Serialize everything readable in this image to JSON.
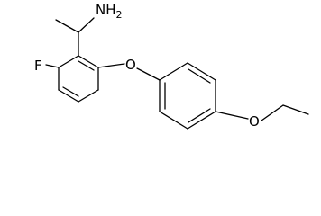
{
  "structure": {
    "colors": {
      "line": "#000000",
      "background": "#ffffff"
    },
    "atoms": {
      "amine": {
        "label": "NH",
        "subscript": "2"
      },
      "fluorine": {
        "label": "F"
      },
      "ether_oxygen": {
        "label": "O"
      },
      "ethoxy_oxygen": {
        "label": "O"
      }
    }
  }
}
